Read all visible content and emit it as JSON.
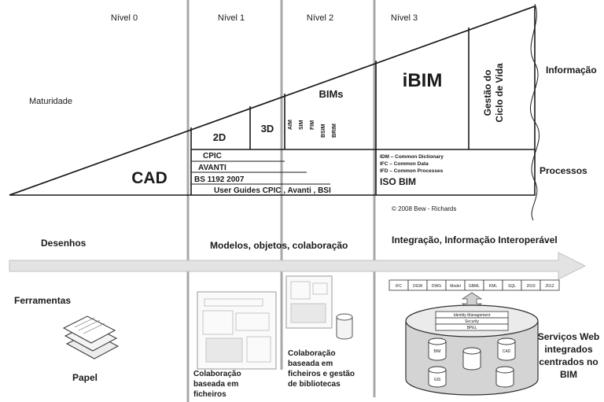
{
  "levels": {
    "l0": "Nível 0",
    "l1": "Nível 1",
    "l2": "Nível 2",
    "l3": "Nível 3"
  },
  "maturity_label": "Maturidade",
  "right_labels": {
    "information": "Informação",
    "processes": "Processos"
  },
  "triangle": {
    "cad": "CAD",
    "d2": "2D",
    "d3": "3D",
    "bims": "BIMs",
    "bim_types": [
      "AIM",
      "SIM",
      "FIM",
      "BSIM",
      "BRIM"
    ],
    "ibim": "iBIM",
    "lifecycle_line1": "Gestão do",
    "lifecycle_line2": "Ciclo de Vida"
  },
  "standards": {
    "cpic": "CPIC",
    "avanti": "AVANTI",
    "bs": "BS 1192  2007",
    "user_guides": "User Guides CPIC , Avanti , BSI",
    "idm": "IDM – Common Dictionary",
    "ifc": "IFC – Common Data",
    "ifd": "IFD – Common Processes",
    "iso": "ISO BIM"
  },
  "copyright": "© 2008 Bew - Richards",
  "arrow_labels": {
    "drawings": "Desenhos",
    "models": "Modelos, objetos, colaboração",
    "integration": "Integração, Informação Interoperável"
  },
  "tools": {
    "title": "Ferramentas",
    "paper": "Papel",
    "collab_files": [
      "Colaboração",
      "baseada em",
      "ficheiros"
    ],
    "collab_libraries": [
      "Colaboração",
      "baseada em",
      "ficheiros e gestão",
      "de bibliotecas"
    ],
    "web_services": [
      "Serviços Web",
      "integrados",
      "centrados no",
      "BIM"
    ],
    "formats": [
      "IFC",
      "OGW",
      "DWG",
      "Model",
      "GBML",
      "KML",
      "SQL",
      "2010",
      "2012"
    ],
    "stack_labels": [
      "Identity Management",
      "Security",
      "BPEL"
    ],
    "db_labels": [
      "BIM",
      "GIS",
      "CAD"
    ]
  }
}
